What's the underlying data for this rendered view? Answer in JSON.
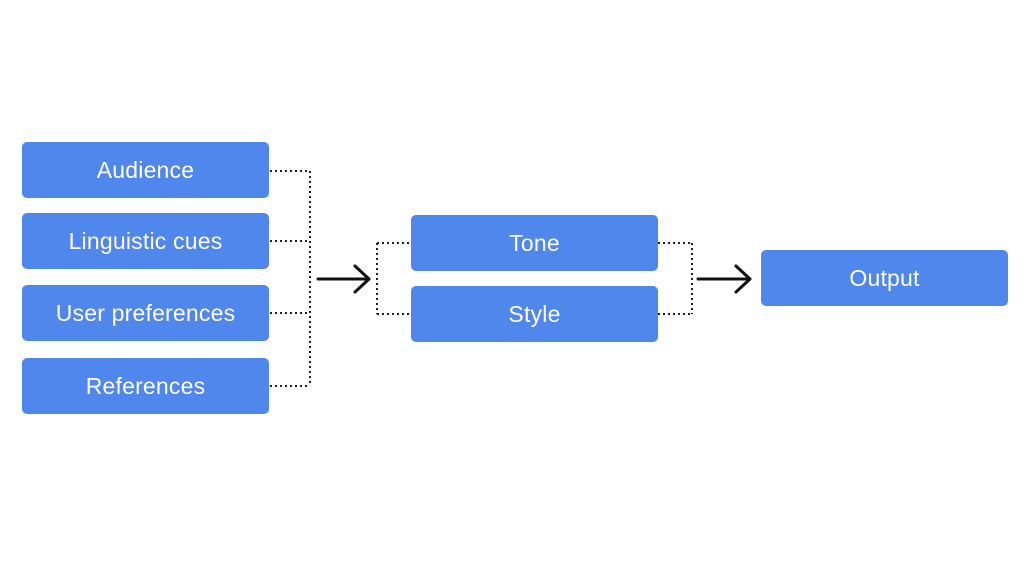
{
  "diagram": {
    "inputs": [
      "Audience",
      "Linguistic cues",
      "User preferences",
      "References"
    ],
    "middle": [
      "Tone",
      "Style"
    ],
    "output": "Output"
  },
  "colors": {
    "box_fill": "#5087ed",
    "box_text": "#ffffff",
    "connector": "#222222",
    "arrow": "#111111"
  }
}
